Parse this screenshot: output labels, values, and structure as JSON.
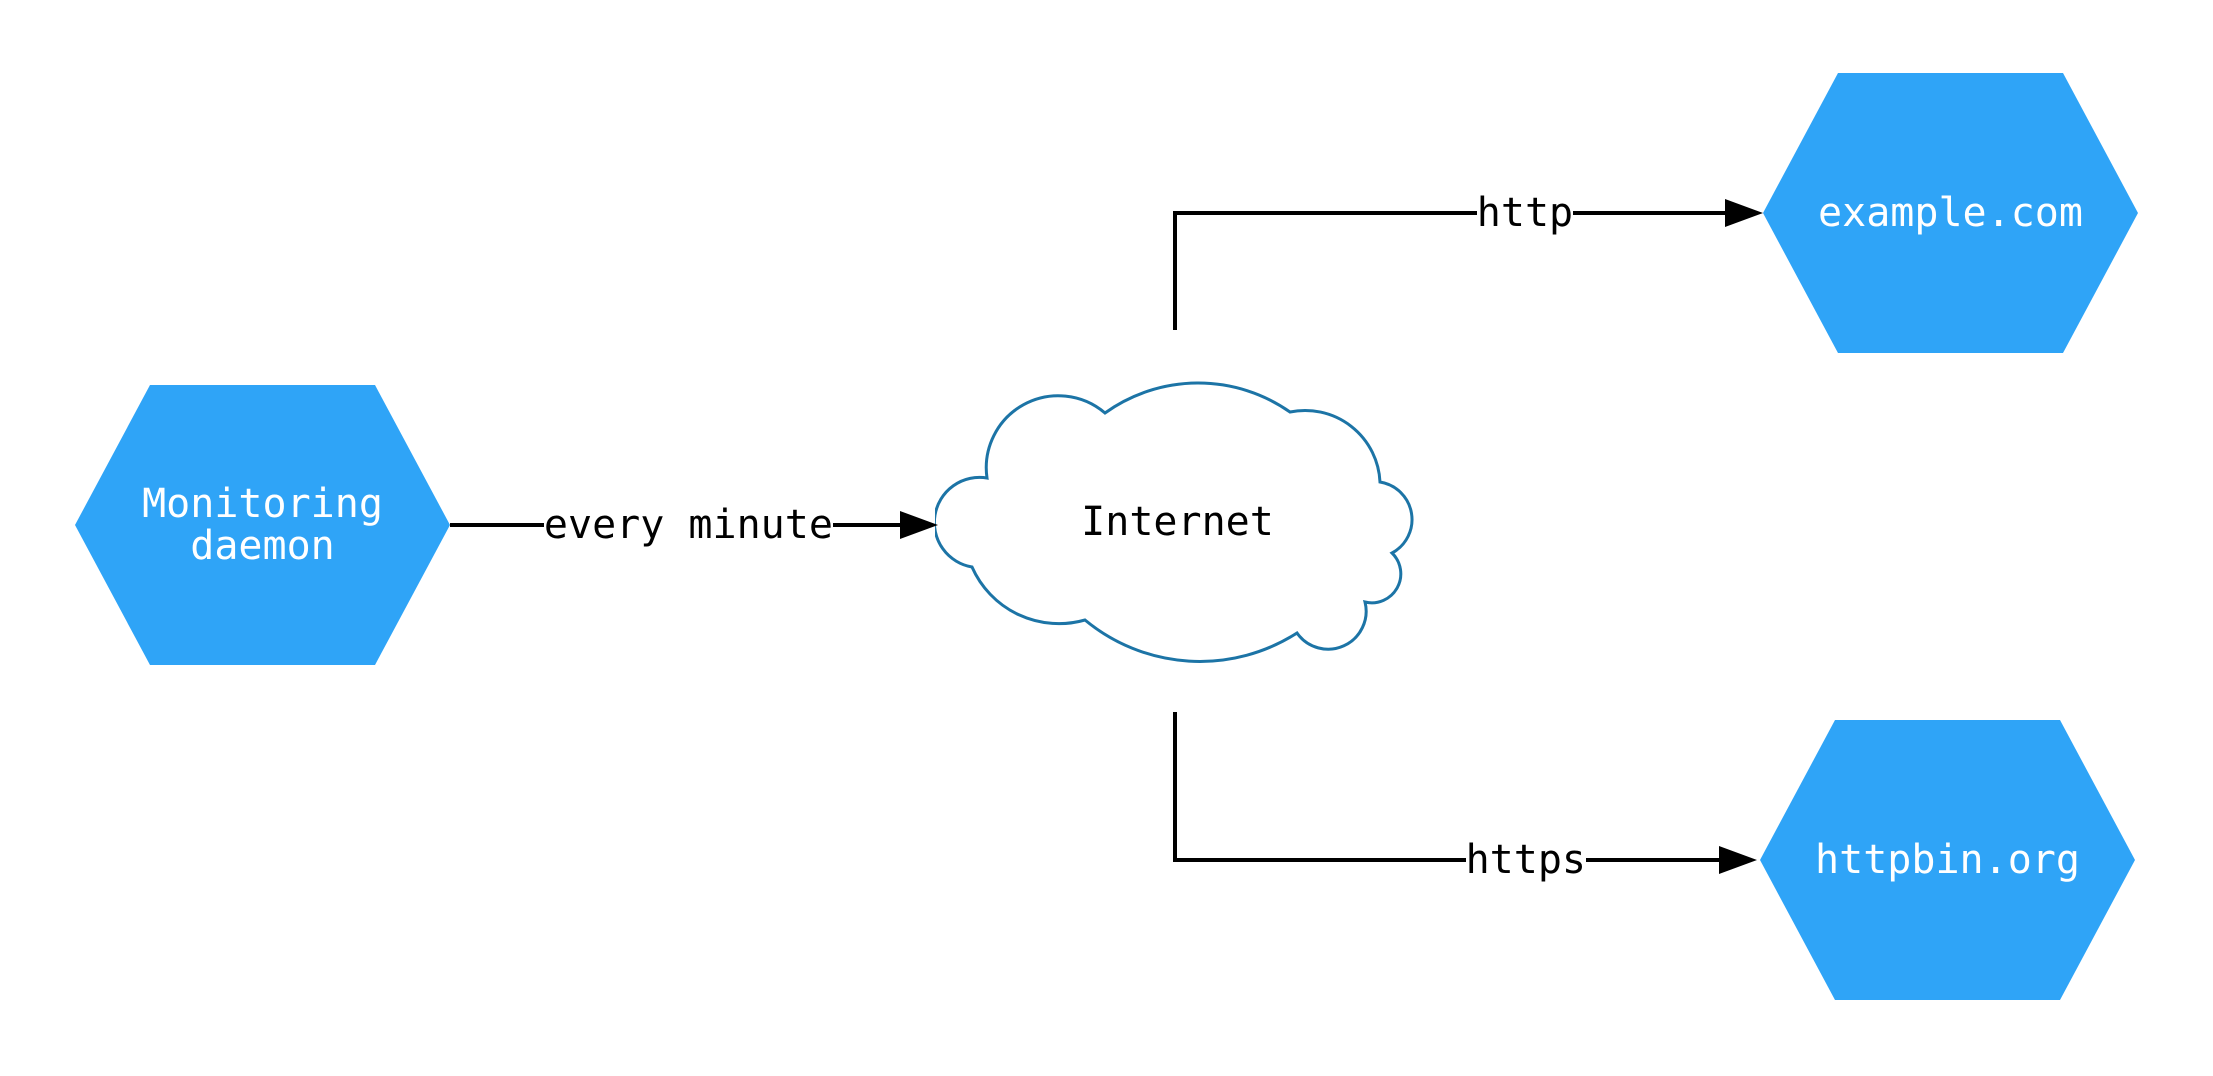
{
  "theme": {
    "hex-fill": "#2fa4f7",
    "hex-text": "#ffffff",
    "cloud-stroke": "#1c74a6",
    "cloud-fill": "#ffffff",
    "edge-color": "#000000",
    "edge-text": "#000000",
    "canvas-bg": "#ffffff"
  },
  "diagram": {
    "nodes": {
      "monitoring_daemon": {
        "label": "Monitoring daemon",
        "shape": "hexagon"
      },
      "internet": {
        "label": "Internet",
        "shape": "cloud"
      },
      "example_com": {
        "label": "example.com",
        "shape": "hexagon"
      },
      "httpbin_org": {
        "label": "httpbin.org",
        "shape": "hexagon"
      }
    },
    "edges": {
      "every_minute": {
        "label": "every minute",
        "from": "monitoring_daemon",
        "to": "internet"
      },
      "http": {
        "label": "http",
        "from": "internet",
        "to": "example_com"
      },
      "https": {
        "label": "https",
        "from": "internet",
        "to": "httpbin_org"
      }
    }
  }
}
